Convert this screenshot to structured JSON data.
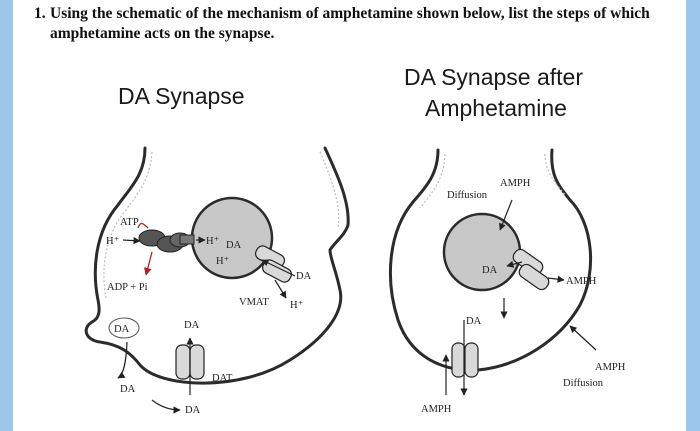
{
  "question": {
    "number": "1.",
    "text": "Using the schematic of the mechanism of amphetamine shown below, list the steps of which amphetamine acts on the synapse."
  },
  "left_panel": {
    "title": "DA Synapse",
    "labels": {
      "atp": "ATP",
      "h_plus_left": "H⁺",
      "h_plus_pump": "H⁺",
      "da_vesicle": "DA",
      "h_plus_vesicle": "H⁺",
      "da_vmat": "DA",
      "adp": "ADP + Pi",
      "vmat": "VMAT",
      "h_plus_vmat": "H⁺",
      "da_cytosol": "DA",
      "da_bubble": "DA",
      "dat": "DAT",
      "da_bottom_left": "DA",
      "da_bottom": "DA"
    }
  },
  "right_panel": {
    "title_line1": "DA Synapse after",
    "title_line2": "Amphetamine",
    "labels": {
      "amph_top": "AMPH",
      "diffusion_top": "Diffusion",
      "da_vesicle": "DA",
      "amph_right": "AMPH",
      "da_mid": "DA",
      "amph_bottom_right": "AMPH",
      "diffusion_bottom": "Diffusion",
      "amph_bottom": "AMPH"
    }
  },
  "colors": {
    "page_bg": "#9dc7ea",
    "card_bg": "#ffffff",
    "vesicle_fill": "#c8c8c8",
    "transporter_fill": "#d9d9d9",
    "pump_fill": "#555555",
    "red_arrow": "#b22222"
  }
}
